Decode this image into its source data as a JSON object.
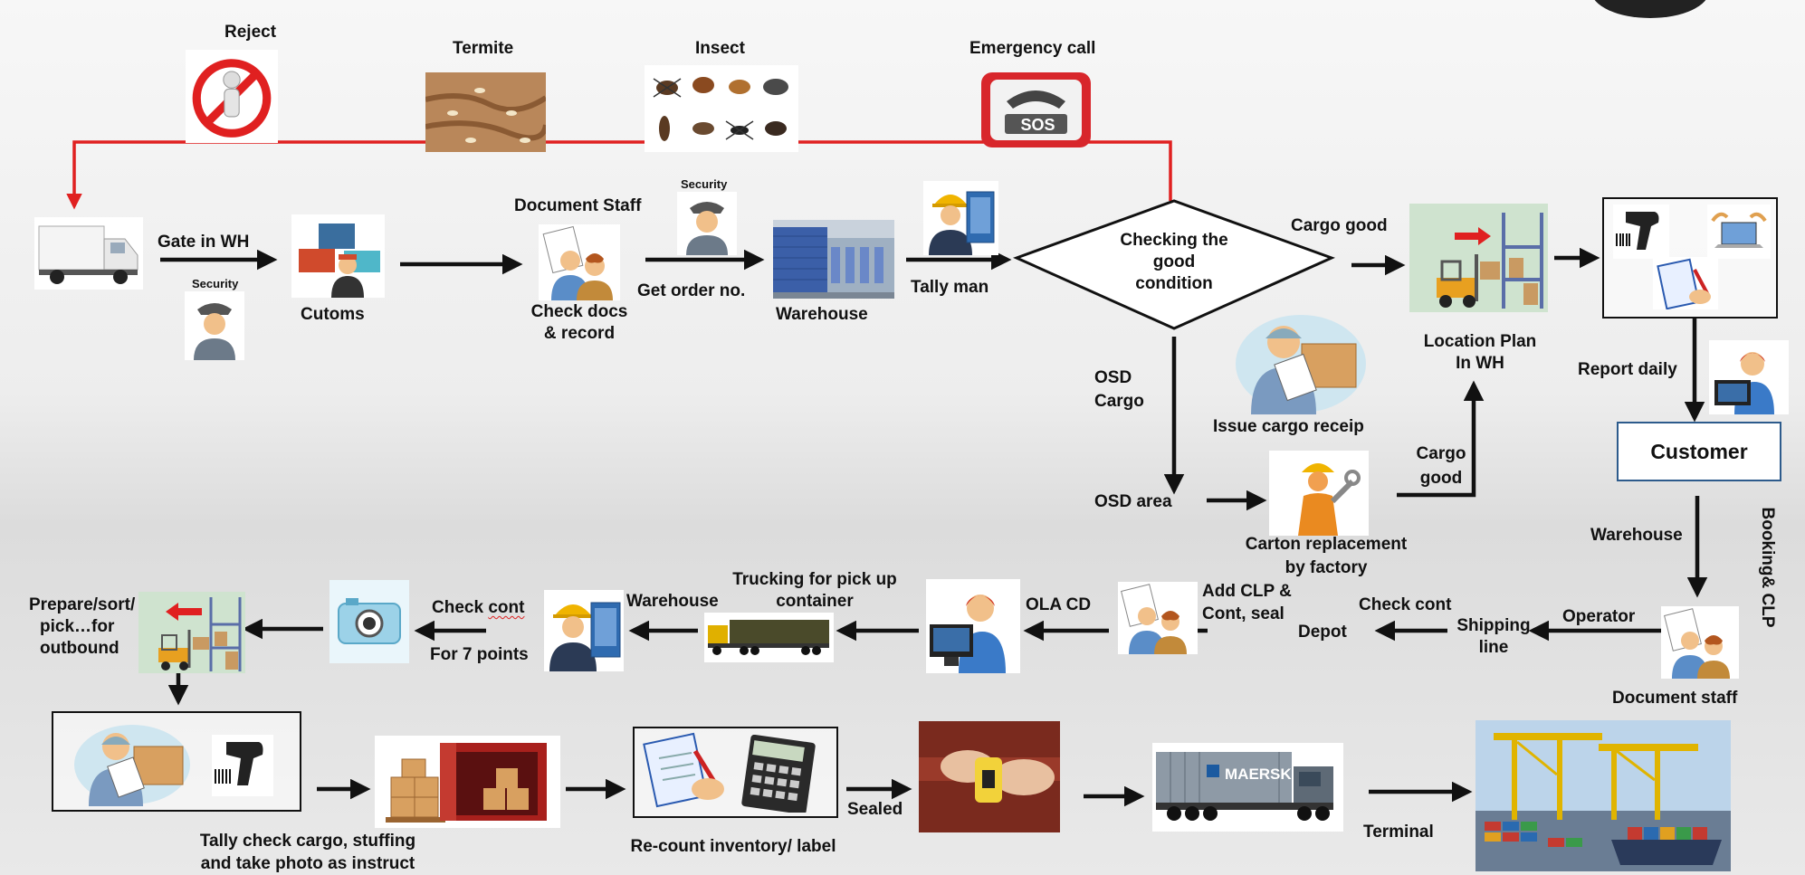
{
  "labels": {
    "reject": "Reject",
    "termite": "Termite",
    "insect": "Insect",
    "emergency_call": "Emergency call",
    "sos": "SOS",
    "gate_in_wh": "Gate in WH",
    "security_gate": "Security",
    "customs": "Cutoms",
    "document_staff_top": "Document Staff",
    "check_docs_line1": "Check docs",
    "check_docs_line2": "& record",
    "security_order": "Security",
    "get_order_no": "Get order no.",
    "warehouse_top": "Warehouse",
    "tally_man": "Tally man",
    "checking_line1": "Checking the",
    "checking_line2": "good",
    "checking_line3": "condition",
    "cargo_good_top": "Cargo good",
    "location_plan_line1": "Location Plan",
    "location_plan_line2": "In WH",
    "report_daily": "Report daily",
    "customer": "Customer",
    "osd_cargo_line1": "OSD",
    "osd_cargo_line2": "Cargo",
    "issue_cargo_receipt": "Issue cargo receip",
    "cargo_good_mid_line1": "Cargo",
    "cargo_good_mid_line2": "good",
    "osd_area": "OSD area",
    "carton_line1": "Carton replacement",
    "carton_line2": "by factory",
    "warehouse_right": "Warehouse",
    "booking_clp": "Booking& CLP",
    "operator": "Operator",
    "shipping_line1": "Shipping",
    "shipping_line2": "line",
    "document_staff_bottom": "Document staff",
    "check_cont_depot_line1": "Check cont",
    "check_cont_depot_line2": "Depot",
    "add_clp_line1": "Add CLP &",
    "add_clp_line2": "Cont, seal",
    "ola_cd": "OLA CD",
    "trucking_line1": "Trucking for pick up",
    "trucking_line2": "container",
    "warehouse_mid": "Warehouse",
    "check_cont_7_word1": "Check",
    "check_cont_7_word2": "cont",
    "check_cont_7_line2": "For 7 points",
    "prepare_line1": "Prepare/sort/",
    "prepare_line2": "pick…for",
    "prepare_line3": "outbound",
    "tally_check_line1": "Tally check cargo, stuffing",
    "tally_check_line2": "and take photo as instruct",
    "recount": "Re-count  inventory/ label",
    "sealed": "Sealed",
    "maersk": "MAERSK",
    "terminal": "Terminal"
  },
  "colors": {
    "reject_line": "#e02020",
    "flow_arrow": "#111111",
    "customer_border": "#2d5b8c"
  },
  "icons": [
    "reject-icon",
    "termite-icon",
    "insects-icon",
    "sos-phone-icon",
    "truck-icon",
    "security-guard-icon",
    "customs-icon",
    "document-staff-icon",
    "warehouse-icon",
    "tally-man-icon",
    "forklift-rack-icon",
    "scanner-laptop-icon",
    "operator-computer-icon",
    "cargo-receipt-icon",
    "carton-worker-icon",
    "trailer-icon",
    "camera-icon",
    "container-stuffing-icon",
    "calculator-icon",
    "seal-icon",
    "maersk-truck-icon",
    "port-terminal-icon"
  ]
}
